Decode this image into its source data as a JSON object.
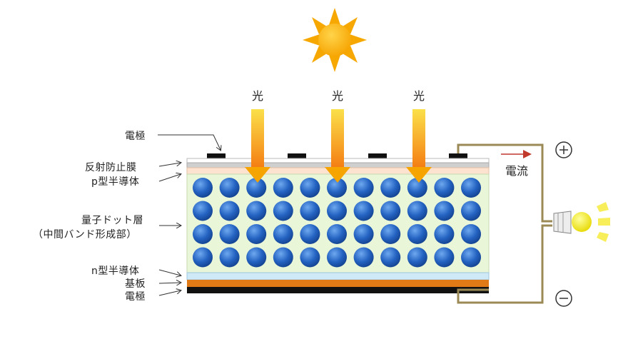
{
  "labels": {
    "electrode_top": "電極",
    "antireflection": "反射防止膜",
    "p_type": "p型半導体",
    "qd_layer_line1": "量子ドット層",
    "qd_layer_line2": "（中間バンド形成部）",
    "n_type": "n型半導体",
    "substrate": "基板",
    "electrode_bottom": "電極",
    "current": "電流"
  },
  "light_labels": [
    "光",
    "光",
    "光"
  ],
  "terminals": {
    "plus": "⊕",
    "minus": "⊖"
  },
  "colors": {
    "sun": "#f6a800",
    "arrow_top": "#f9d422",
    "arrow_bottom": "#f47c12",
    "dot": "#1f5fb8",
    "qd_bg": "#eaf6d8",
    "p_layer": "#fde3cf",
    "n_layer": "#cfe9f7",
    "substrate": "#e07a17",
    "wire": "#9b8a55",
    "bulb": "#f3e600"
  },
  "qd_grid": {
    "rows": 4,
    "cols": 11
  }
}
